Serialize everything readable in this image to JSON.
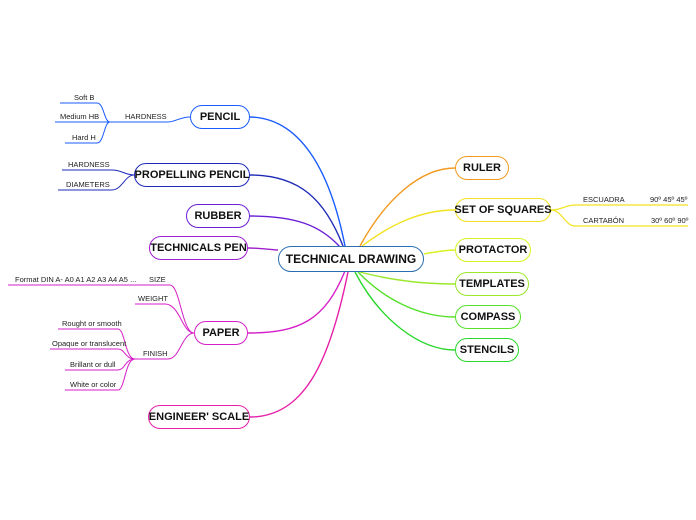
{
  "central": "TECHNICAL DRAWING",
  "pencil": {
    "label": "PENCIL",
    "hardness": "HARDNESS",
    "items": [
      "Soft B",
      "Medium HB",
      "Hard H"
    ]
  },
  "propelling": {
    "label": "PROPELLING PENCIL",
    "items": [
      "HARDNESS",
      "DIAMETERS"
    ]
  },
  "rubber": "RUBBER",
  "tech_pen": "TECHNICALS PEN",
  "paper": {
    "label": "PAPER",
    "size": "SIZE",
    "size_value": "Format DIN A- A0 A1 A2 A3 A4 A5 ...",
    "weight": "WEIGHT",
    "finish": "FINISH",
    "finish_items": [
      "Rought or smooth",
      "Opaque or translucent",
      "Brillant or dull",
      "White or color"
    ]
  },
  "scale": "ENGINEER' SCALE",
  "ruler": "RULER",
  "squares": {
    "label": "SET OF SQUARES",
    "escuadra": "ESCUADRA",
    "escuadra_val": "90º 45º 45º",
    "cartabon": "CARTABÓN",
    "cartabon_val": "30º 60º 90º"
  },
  "protactor": "PROTACTOR",
  "templates": "TEMPLATES",
  "compass": "COMPASS",
  "stencils": "STENCILS",
  "colors": {
    "pencil": "#1a5cff",
    "propelling": "#1f2bb8",
    "rubber": "#6a1fd6",
    "tech_pen": "#a01fd0",
    "paper": "#d61fc8",
    "scale": "#e61fa8",
    "ruler": "#f29a1f",
    "squares": "#f2e21f",
    "protactor": "#d8f21f",
    "templates": "#9ae82a",
    "compass": "#55e02a",
    "stencils": "#2ad82a",
    "root": "#2a6db0"
  }
}
